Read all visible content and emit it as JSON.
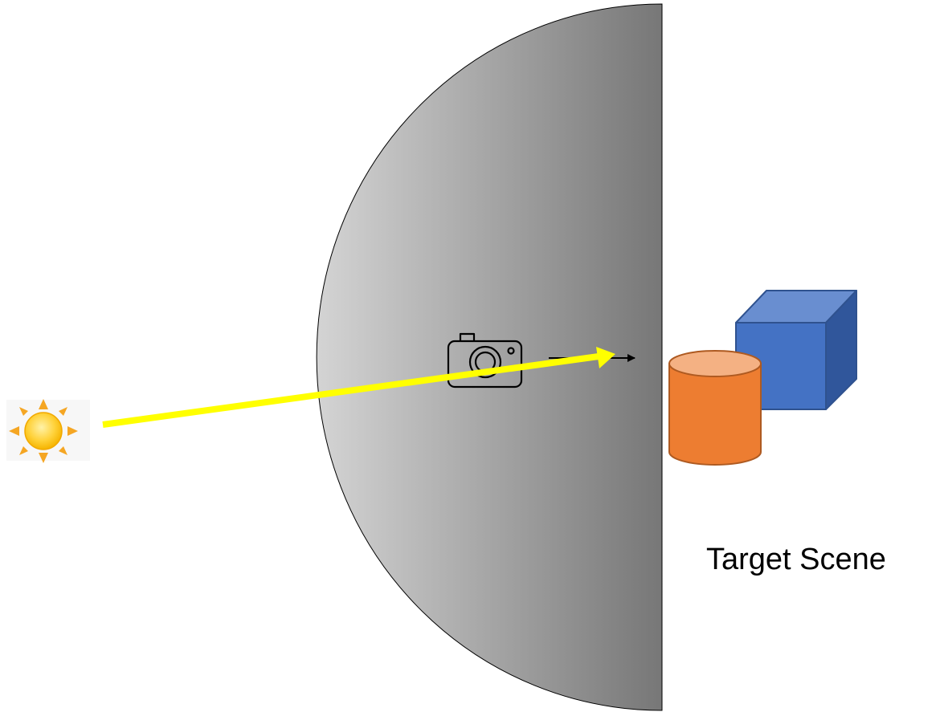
{
  "diagram": {
    "target_scene_label": "Target Scene",
    "elements": {
      "light_source": "sun-icon",
      "light_ray": "yellow-arrow",
      "environment_hemisphere": "gray-gradient-hemisphere",
      "camera": "camera-icon",
      "camera_direction": "black-arrow",
      "objects": [
        "orange-cylinder",
        "blue-cube"
      ]
    },
    "colors": {
      "ray": "#ffff00",
      "hemisphere_light": "#d4d4d4",
      "hemisphere_dark": "#777777",
      "cylinder_body": "#ed7d31",
      "cylinder_top": "#f4b183",
      "cylinder_outline": "#ae5a21",
      "cube_front": "#4472c4",
      "cube_top": "#698ed0",
      "cube_side": "#30569b",
      "cube_outline": "#2f528f",
      "sun_core": "#ffc000",
      "sun_rays": "#f5a623"
    }
  }
}
